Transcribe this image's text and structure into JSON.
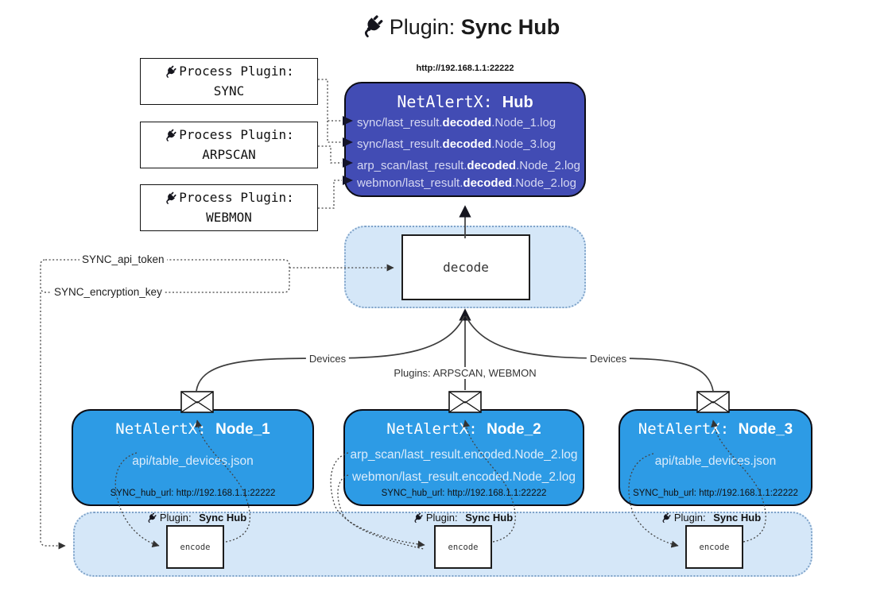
{
  "title": {
    "prefix": "Plugin:",
    "name": "Sync Hub"
  },
  "process_plugins": [
    {
      "label": "Process Plugin:",
      "name": "SYNC"
    },
    {
      "label": "Process Plugin:",
      "name": "ARPSCAN"
    },
    {
      "label": "Process Plugin:",
      "name": "WEBMON"
    }
  ],
  "hub": {
    "url": "http://192.168.1.1:22222",
    "title_prefix": "NetAlertX:",
    "title_name": "Hub",
    "logs": [
      {
        "pre": "sync/last_result.",
        "bold": "decoded",
        "post": ".Node_1.log"
      },
      {
        "pre": "sync/last_result.",
        "bold": "decoded",
        "post": ".Node_3.log"
      },
      {
        "pre": "arp_scan/last_result.",
        "bold": "decoded",
        "post": ".Node_2.log"
      },
      {
        "pre": "webmon/last_result.",
        "bold": "decoded",
        "post": ".Node_2.log"
      }
    ]
  },
  "decode": {
    "label": "decode"
  },
  "encode": {
    "label": "encode"
  },
  "tokens": {
    "api_token": "SYNC_api_token",
    "encryption_key": "SYNC_encryption_key"
  },
  "edges": {
    "devices_left": "Devices",
    "devices_right": "Devices",
    "plugins": "Plugins: ARPSCAN, WEBMON"
  },
  "nodes": [
    {
      "title_prefix": "NetAlertX:",
      "title_name": "Node_1",
      "files": [
        "api/table_devices.json"
      ],
      "hub_url": "SYNC_hub_url: http://192.168.1.1:22222"
    },
    {
      "title_prefix": "NetAlertX:",
      "title_name": "Node_2",
      "files": [
        "arp_scan/last_result.encoded.Node_2.log",
        "webmon/last_result.encoded.Node_2.log"
      ],
      "hub_url": "SYNC_hub_url: http://192.168.1.1:22222"
    },
    {
      "title_prefix": "NetAlertX:",
      "title_name": "Node_3",
      "files": [
        "api/table_devices.json"
      ],
      "hub_url": "SYNC_hub_url: http://192.168.1.1:22222"
    }
  ],
  "band": {
    "plugin_prefix": "Plugin:",
    "plugin_name": "Sync Hub"
  },
  "colors": {
    "hub_fill": "#424CB4",
    "node_fill": "#2D9BE5",
    "panel_fill": "#D5E7F8",
    "panel_border": "#7FA3C9",
    "line": "#3d3d3d"
  }
}
